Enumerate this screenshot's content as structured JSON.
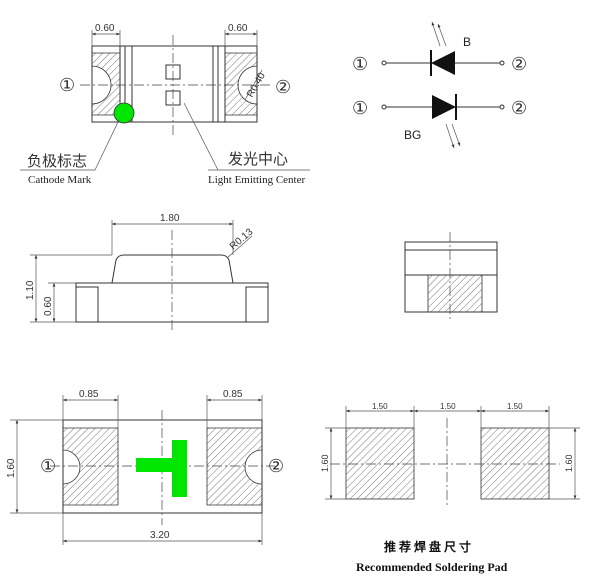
{
  "top_view": {
    "dim_left": "0.60",
    "dim_right": "0.60",
    "radius": "R0.40",
    "pin1": "①",
    "pin2": "②",
    "cathode_cn": "负极标志",
    "cathode_en": "Cathode Mark",
    "center_cn": "发光中心",
    "center_en": "Light Emitting Center"
  },
  "schematic": {
    "row1": {
      "pin_left": "①",
      "pin_right": "②",
      "label": "B"
    },
    "row2": {
      "pin_left": "①",
      "pin_right": "②",
      "label": "BG"
    }
  },
  "side_view": {
    "width": "1.80",
    "radius": "R0.13",
    "height_total": "1.10",
    "height_base": "0.60"
  },
  "bottom_view": {
    "pad_left": "0.85",
    "pad_right": "0.85",
    "height": "1.60",
    "length": "3.20",
    "pin1": "①",
    "pin2": "②"
  },
  "solder_pad": {
    "dims": [
      "1.50",
      "1.50",
      "1.50"
    ],
    "height_left": "1.60",
    "height_right": "1.60",
    "title_cn": "推 荐 焊 盘 尺 寸",
    "title_en": "Recommended Soldering Pad"
  },
  "colors": {
    "cathode_mark": "#00e600"
  }
}
